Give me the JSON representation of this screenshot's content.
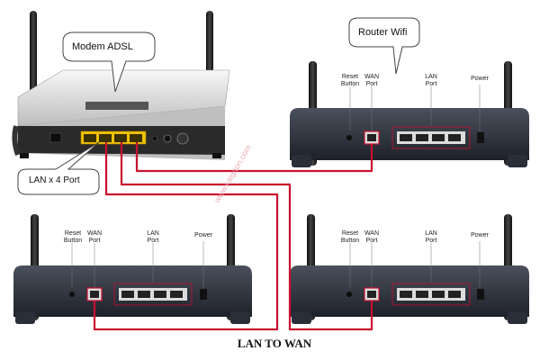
{
  "callouts": {
    "modem": "Modem ADSL",
    "router": "Router Wifi",
    "lan_ports": "LAN x 4 Port"
  },
  "port_labels": {
    "reset_line1": "Reset",
    "reset_line2": "Button",
    "wan_line1": "WAN",
    "wan_line2": "Port",
    "lan_line1": "LAN",
    "lan_line2": "Port",
    "power": "Power"
  },
  "caption": "LAN TO WAN",
  "watermark": "www.kaigaon.com",
  "colors": {
    "cable": "#c8102e",
    "router_body": "#2b2f3a",
    "modem_body": "#d9d9d9",
    "lan_port": "#f2c200"
  }
}
